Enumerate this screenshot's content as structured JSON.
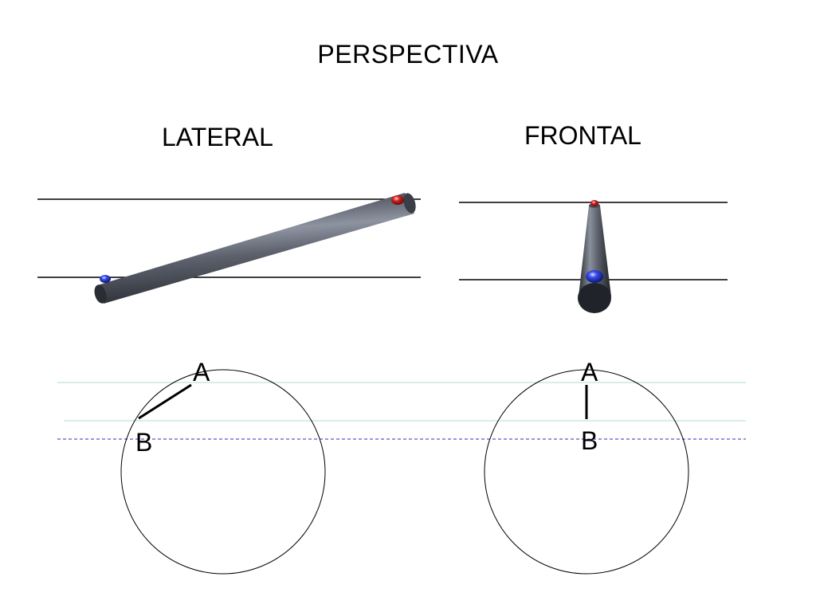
{
  "title": "PERSPECTIVA",
  "views": {
    "lateral": {
      "label": "LATERAL",
      "point_a": "A",
      "point_b": "B"
    },
    "frontal": {
      "label": "FRONTAL",
      "point_a": "A",
      "point_b": "B"
    }
  },
  "colors": {
    "rod": "#4a4f5a",
    "end_blue": "#1a2bd0",
    "end_red": "#c01818",
    "guide_line": "#bfe3d6",
    "horizon_dashed": "#5a55c8"
  }
}
